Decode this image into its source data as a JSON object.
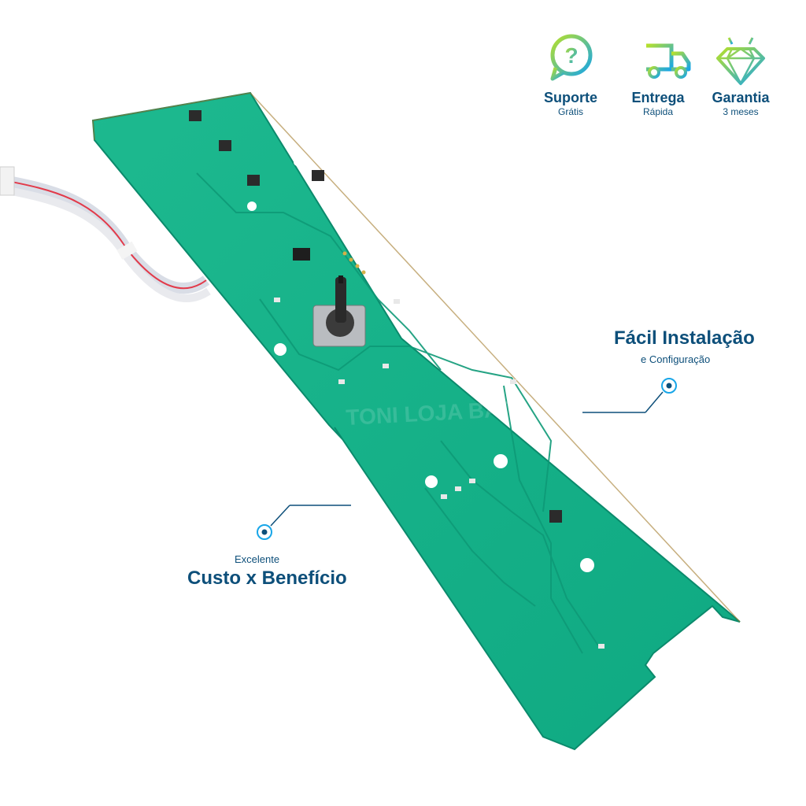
{
  "features": [
    {
      "title": "Suporte",
      "subtitle": "Grátis",
      "icon": "chat-question-icon"
    },
    {
      "title": "Entrega",
      "subtitle": "Rápida",
      "icon": "delivery-truck-icon"
    },
    {
      "title": "Garantia",
      "subtitle": "3 meses",
      "icon": "diamond-icon"
    }
  ],
  "callouts": {
    "installation": {
      "title": "Fácil Instalação",
      "subtitle": "e Configuração"
    },
    "cost": {
      "small": "Excelente",
      "title": "Custo x Benefício"
    }
  },
  "watermark": "TONI LOJA BAT",
  "colors": {
    "accent_dark": "#0d4f7a",
    "gradient_start": "#b7e02a",
    "gradient_end": "#18a6e8",
    "board": "#13b18a"
  }
}
